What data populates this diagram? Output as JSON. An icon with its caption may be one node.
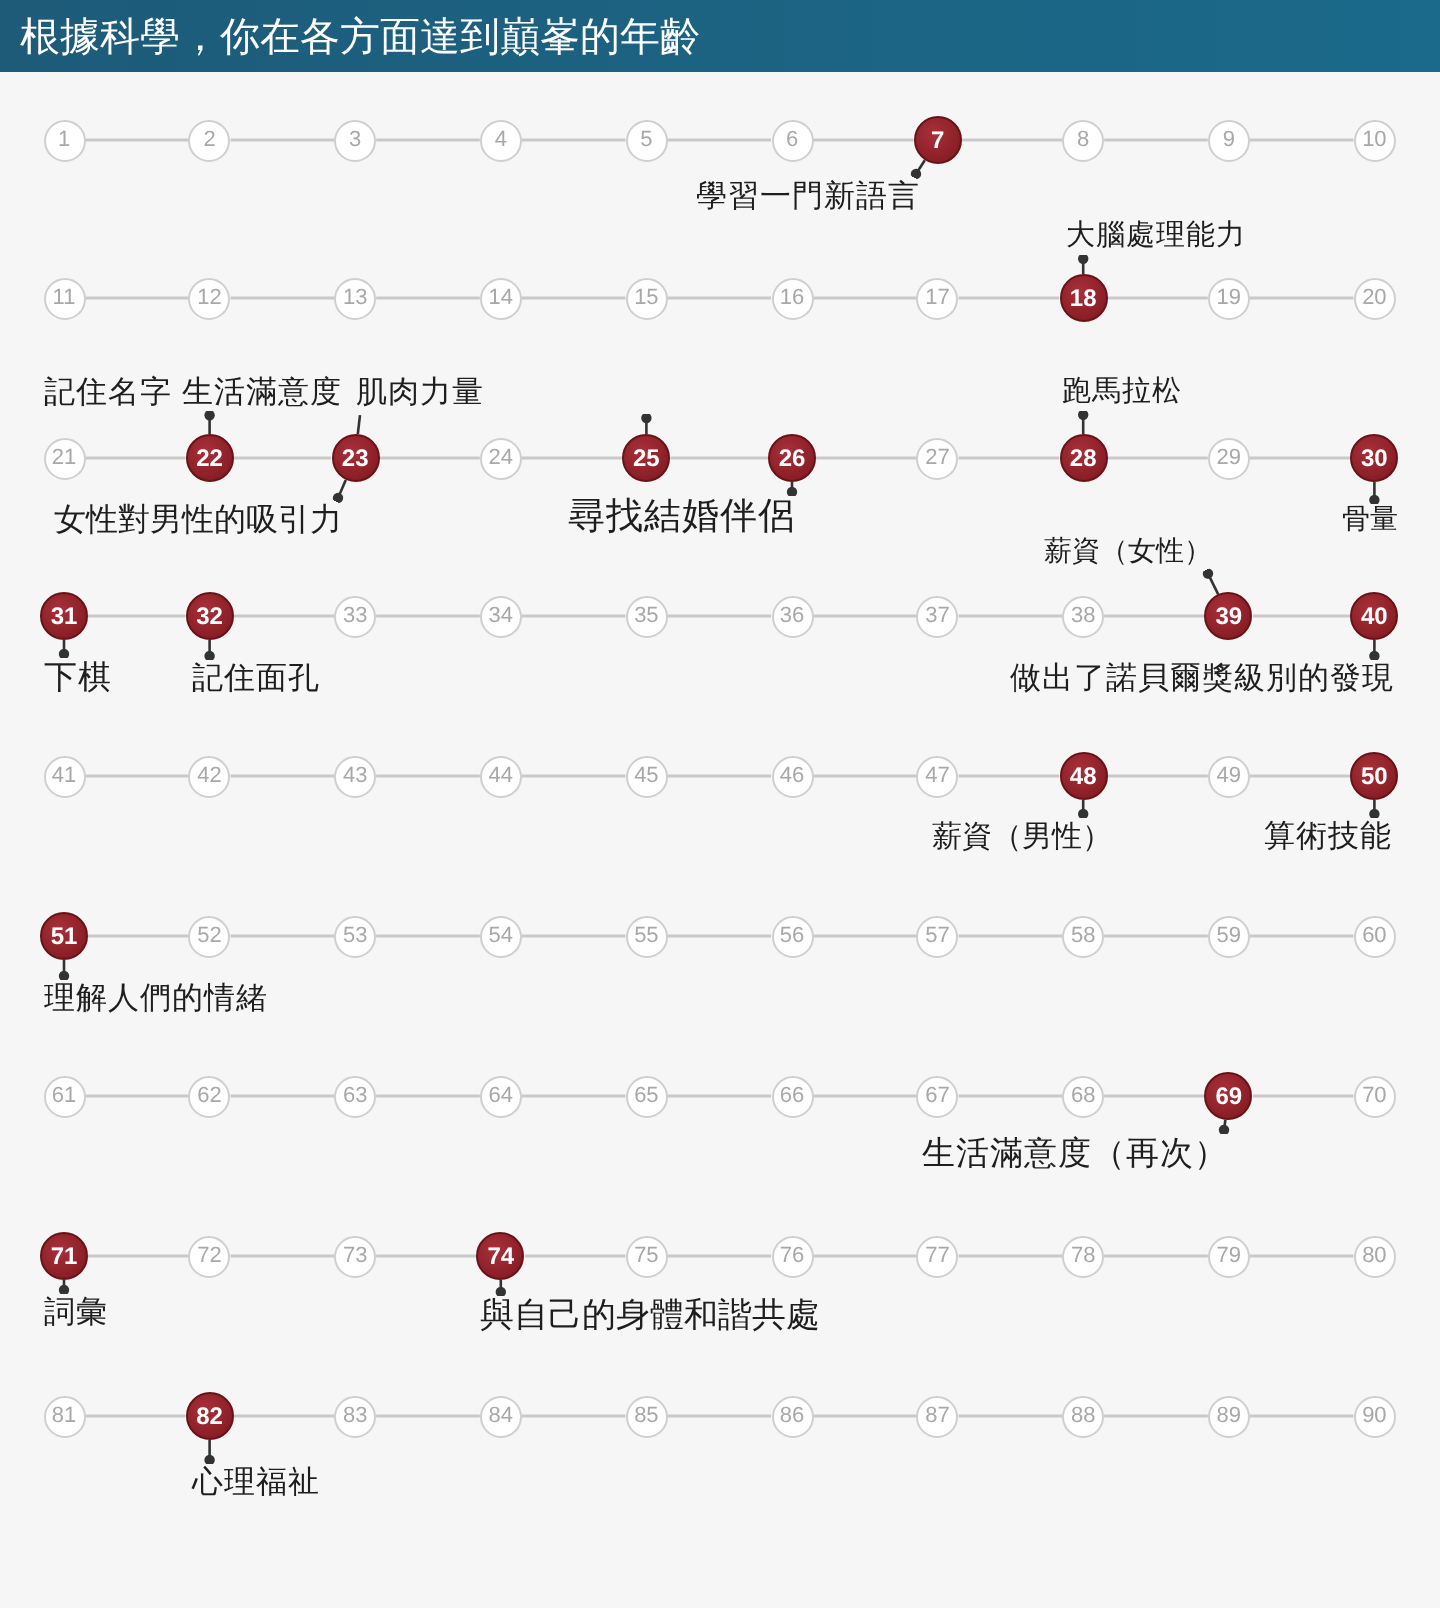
{
  "diagram": {
    "title": "根據科學，你在各方面達到巔峯的年齡",
    "nodes": [
      {
        "text": [
          "1"
        ]
      },
      {
        "text": [
          "2"
        ]
      },
      {
        "text": [
          "3"
        ]
      },
      {
        "text": [
          "4"
        ]
      },
      {
        "text": [
          "5"
        ]
      },
      {
        "text": [
          "6"
        ]
      },
      {
        "text": [
          "7"
        ]
      },
      {
        "text": [
          "8"
        ]
      },
      {
        "text": [
          "9"
        ]
      },
      {
        "text": [
          "10"
        ]
      },
      {
        "text": [
          "學習一門新語言"
        ]
      },
      {
        "text": [
          "大腦處理能力"
        ]
      },
      {
        "text": [
          "11"
        ]
      },
      {
        "text": [
          "12"
        ]
      },
      {
        "text": [
          "13"
        ]
      },
      {
        "text": [
          "14"
        ]
      },
      {
        "text": [
          "15"
        ]
      },
      {
        "text": [
          "16"
        ]
      },
      {
        "text": [
          "17"
        ]
      },
      {
        "text": [
          "18"
        ]
      },
      {
        "text": [
          "19"
        ]
      },
      {
        "text": [
          "20"
        ]
      },
      {
        "text": [
          "生活滿意度"
        ]
      },
      {
        "text": [
          "肌肉力量"
        ]
      },
      {
        "text": [
          "跑馬拉松"
        ]
      },
      {
        "text": [
          "21"
        ]
      },
      {
        "text": [
          "22"
        ]
      },
      {
        "text": [
          "23"
        ]
      },
      {
        "text": [
          "24"
        ]
      },
      {
        "text": [
          "25"
        ]
      },
      {
        "text": [
          "26"
        ]
      },
      {
        "text": [
          "27"
        ]
      },
      {
        "text": [
          "28"
        ]
      },
      {
        "text": [
          "29"
        ]
      },
      {
        "text": [
          "30"
        ]
      },
      {
        "text": [
          "女性對男性的吸引力"
        ]
      },
      {
        "text": [
          "尋找結婚伴侶"
        ]
      },
      {
        "text": [
          "骨量"
        ]
      },
      {
        "text": [
          "薪資（女性）"
        ]
      },
      {
        "text": [
          "31"
        ]
      },
      {
        "text": [
          "32"
        ]
      },
      {
        "text": [
          "33"
        ]
      },
      {
        "text": [
          "34"
        ]
      },
      {
        "text": [
          "35"
        ]
      },
      {
        "text": [
          "36"
        ]
      },
      {
        "text": [
          "37"
        ]
      },
      {
        "text": [
          "38"
        ]
      },
      {
        "text": [
          "39"
        ]
      },
      {
        "text": [
          "40"
        ]
      },
      {
        "text": [
          "下棋"
        ]
      },
      {
        "text": [
          "記住面孔"
        ]
      },
      {
        "text": [
          "做出了諾貝爾獎級別的發現"
        ]
      },
      {
        "text": [
          "41"
        ]
      },
      {
        "text": [
          "42"
        ]
      },
      {
        "text": [
          "43"
        ]
      },
      {
        "text": [
          "44"
        ]
      },
      {
        "text": [
          "45"
        ]
      },
      {
        "text": [
          "46"
        ]
      },
      {
        "text": [
          "47"
        ]
      },
      {
        "text": [
          "48"
        ]
      },
      {
        "text": [
          "49"
        ]
      },
      {
        "text": [
          "50"
        ]
      },
      {
        "text": [
          "薪資（男性）"
        ]
      },
      {
        "text": [
          "算術技能"
        ]
      },
      {
        "text": [
          "51"
        ]
      },
      {
        "text": [
          "52"
        ]
      },
      {
        "text": [
          "53"
        ]
      },
      {
        "text": [
          "54"
        ]
      },
      {
        "text": [
          "55"
        ]
      },
      {
        "text": [
          "56"
        ]
      },
      {
        "text": [
          "57"
        ]
      },
      {
        "text": [
          "58"
        ]
      },
      {
        "text": [
          "59"
        ]
      },
      {
        "text": [
          "60"
        ]
      },
      {
        "text": [
          "理解人們的情緒"
        ]
      },
      {
        "text": [
          "61"
        ]
      },
      {
        "text": [
          "62"
        ]
      },
      {
        "text": [
          "63"
        ]
      },
      {
        "text": [
          "64"
        ]
      },
      {
        "text": [
          "65"
        ]
      },
      {
        "text": [
          "66"
        ]
      },
      {
        "text": [
          "67"
        ]
      },
      {
        "text": [
          "68"
        ]
      },
      {
        "text": [
          "69"
        ]
      },
      {
        "text": [
          "70"
        ]
      },
      {
        "text": [
          "生活滿意度（再次）"
        ]
      },
      {
        "text": [
          "71"
        ]
      },
      {
        "text": [
          "72"
        ]
      },
      {
        "text": [
          "73"
        ]
      },
      {
        "text": [
          "74"
        ]
      },
      {
        "text": [
          "75"
        ]
      },
      {
        "text": [
          "76"
        ]
      },
      {
        "text": [
          "77"
        ]
      },
      {
        "text": [
          "78"
        ]
      },
      {
        "text": [
          "79"
        ]
      },
      {
        "text": [
          "80"
        ]
      },
      {
        "text": [
          "詞彙"
        ]
      },
      {
        "text": [
          "與自己的身體和諧共處"
        ]
      },
      {
        "text": [
          "81"
        ]
      },
      {
        "text": [
          "82"
        ]
      },
      {
        "text": [
          "83"
        ]
      },
      {
        "text": [
          "84"
        ]
      },
      {
        "text": [
          "85"
        ]
      },
      {
        "text": [
          "86"
        ]
      },
      {
        "text": [
          "87"
        ]
      },
      {
        "text": [
          "88"
        ]
      },
      {
        "text": [
          "89"
        ]
      },
      {
        "text": [
          "90"
        ]
      },
      {
        "text": [
          "心理福祉"
        ]
      }
    ],
    "edges": [
      {
        "from": 0,
        "to": 1,
        "arrow": "none"
      },
      {
        "from": 1,
        "to": 2,
        "arrow": "none"
      },
      {
        "from": 2,
        "to": 3,
        "arrow": "none"
      },
      {
        "from": 3,
        "to": 4,
        "arrow": "none"
      },
      {
        "from": 4,
        "to": 5,
        "arrow": "none"
      },
      {
        "from": 5,
        "to": 6,
        "arrow": "none"
      },
      {
        "from": 6,
        "to": 7,
        "arrow": "none"
      },
      {
        "from": 7,
        "to": 8,
        "arrow": "none"
      },
      {
        "from": 8,
        "to": 9,
        "arrow": "none"
      },
      {
        "from": 12,
        "to": 13,
        "arrow": "none"
      },
      {
        "from": 13,
        "to": 14,
        "arrow": "none"
      },
      {
        "from": 14,
        "to": 15,
        "arrow": "none"
      },
      {
        "from": 15,
        "to": 16,
        "arrow": "none"
      },
      {
        "from": 16,
        "to": 17,
        "arrow": "none"
      },
      {
        "from": 17,
        "to": 18,
        "arrow": "none"
      },
      {
        "from": 18,
        "to": 19,
        "arrow": "none"
      },
      {
        "from": 19,
        "to": 20,
        "arrow": "none"
      },
      {
        "from": 20,
        "to": 21,
        "arrow": "none"
      },
      {
        "from": 25,
        "to": 26,
        "arrow": "none"
      },
      {
        "from": 26,
        "to": 27,
        "arrow": "none"
      },
      {
        "from": 27,
        "to": 28,
        "arrow": "none"
      },
      {
        "from": 28,
        "to": 29,
        "arrow": "none"
      },
      {
        "from": 29,
        "to": 30,
        "arrow": "none"
      },
      {
        "from": 30,
        "to": 31,
        "arrow": "none"
      },
      {
        "from": 31,
        "to": 32,
        "arrow": "none"
      },
      {
        "from": 32,
        "to": 33,
        "arrow": "none"
      },
      {
        "from": 33,
        "to": 34,
        "arrow": "none"
      },
      {
        "from": 39,
        "to": 40,
        "arrow": "none"
      },
      {
        "from": 40,
        "to": 41,
        "arrow": "none"
      },
      {
        "from": 41,
        "to": 42,
        "arrow": "none"
      },
      {
        "from": 42,
        "to": 43,
        "arrow": "none"
      },
      {
        "from": 43,
        "to": 44,
        "arrow": "none"
      },
      {
        "from": 44,
        "to": 45,
        "arrow": "none"
      },
      {
        "from": 45,
        "to": 46,
        "arrow": "none"
      },
      {
        "from": 46,
        "to": 47,
        "arrow": "none"
      },
      {
        "from": 47,
        "to": 48,
        "arrow": "none"
      },
      {
        "from": 52,
        "to": 53,
        "arrow": "none"
      },
      {
        "from": 53,
        "to": 54,
        "arrow": "none"
      },
      {
        "from": 54,
        "to": 55,
        "arrow": "none"
      },
      {
        "from": 55,
        "to": 56,
        "arrow": "none"
      },
      {
        "from": 56,
        "to": 57,
        "arrow": "none"
      },
      {
        "from": 57,
        "to": 58,
        "arrow": "none"
      },
      {
        "from": 58,
        "to": 59,
        "arrow": "none"
      },
      {
        "from": 59,
        "to": 60,
        "arrow": "none"
      },
      {
        "from": 60,
        "to": 61,
        "arrow": "none"
      },
      {
        "from": 64,
        "to": 65,
        "arrow": "none"
      },
      {
        "from": 65,
        "to": 66,
        "arrow": "none"
      },
      {
        "from": 66,
        "to": 67,
        "arrow": "none"
      },
      {
        "from": 67,
        "to": 68,
        "arrow": "none"
      },
      {
        "from": 68,
        "to": 69,
        "arrow": "none"
      },
      {
        "from": 69,
        "to": 70,
        "arrow": "none"
      },
      {
        "from": 70,
        "to": 71,
        "arrow": "none"
      },
      {
        "from": 71,
        "to": 72,
        "arrow": "none"
      },
      {
        "from": 72,
        "to": 73,
        "arrow": "none"
      },
      {
        "from": 75,
        "to": 76,
        "arrow": "none"
      },
      {
        "from": 76,
        "to": 77,
        "arrow": "none"
      },
      {
        "from": 77,
        "to": 78,
        "arrow": "none"
      },
      {
        "from": 78,
        "to": 79,
        "arrow": "none"
      },
      {
        "from": 79,
        "to": 80,
        "arrow": "none"
      },
      {
        "from": 80,
        "to": 81,
        "arrow": "none"
      },
      {
        "from": 81,
        "to": 82,
        "arrow": "none"
      },
      {
        "from": 82,
        "to": 83,
        "arrow": "none"
      },
      {
        "from": 83,
        "to": 84,
        "arrow": "none"
      },
      {
        "from": 86,
        "to": 87,
        "arrow": "none"
      },
      {
        "from": 87,
        "to": 88,
        "arrow": "none"
      },
      {
        "from": 88,
        "to": 89,
        "arrow": "none"
      },
      {
        "from": 89,
        "to": 90,
        "arrow": "none"
      },
      {
        "from": 90,
        "to": 91,
        "arrow": "none"
      },
      {
        "from": 91,
        "to": 92,
        "arrow": "none"
      },
      {
        "from": 92,
        "to": 93,
        "arrow": "none"
      },
      {
        "from": 93,
        "to": 94,
        "arrow": "none"
      },
      {
        "from": 94,
        "to": 95,
        "arrow": "none"
      },
      {
        "from": 98,
        "to": 99,
        "arrow": "none"
      },
      {
        "from": 99,
        "to": 100,
        "arrow": "none"
      },
      {
        "from": 100,
        "to": 101,
        "arrow": "none"
      },
      {
        "from": 101,
        "to": 102,
        "arrow": "none"
      },
      {
        "from": 102,
        "to": 103,
        "arrow": "none"
      },
      {
        "from": 103,
        "to": 104,
        "arrow": "none"
      },
      {
        "from": 104,
        "to": 105,
        "arrow": "none"
      },
      {
        "from": 105,
        "to": 106,
        "arrow": "none"
      },
      {
        "from": 106,
        "to": 107,
        "arrow": "none"
      },
      {
        "from": 10,
        "to": 6,
        "arrow": "other",
        "color": "#333333"
      },
      {
        "from": 11,
        "to": 19,
        "arrow": "other",
        "color": "#333333"
      },
      {
        "from": 22,
        "to": 26,
        "arrow": "other",
        "color": "#333333"
      },
      {
        "from": 23,
        "to": 27,
        "arrow": "none",
        "color": "#333333"
      },
      {
        "from": null,
        "to": 29,
        "arrow": "other",
        "color": "#333333"
      },
      {
        "from": 24,
        "to": 32,
        "arrow": "other",
        "color": "#333333"
      },
      {
        "from": 35,
        "to": 27,
        "arrow": "other",
        "color": "#333333"
      },
      {
        "from": 36,
        "to": 30,
        "arrow": "other",
        "color": "#333333"
      },
      {
        "from": 37,
        "to": 34,
        "arrow": "other",
        "color": "#333333"
      },
      {
        "from": 38,
        "to": 47,
        "arrow": "other",
        "color": "#333333"
      },
      {
        "from": 49,
        "to": 39,
        "arrow": "other",
        "color": "#333333"
      },
      {
        "from": 50,
        "to": 40,
        "arrow": "other",
        "color": "#333333"
      },
      {
        "from": 51,
        "to": 48,
        "arrow": "other",
        "color": "#333333"
      },
      {
        "from": 62,
        "to": 59,
        "arrow": "other",
        "color": "#333333"
      },
      {
        "from": 63,
        "to": 61,
        "arrow": "other",
        "color": "#333333"
      },
      {
        "from": 74,
        "to": 64,
        "arrow": "other",
        "color": "#333333"
      },
      {
        "from": 85,
        "to": 83,
        "arrow": "other",
        "color": "#333333"
      },
      {
        "from": 96,
        "to": 86,
        "arrow": "other",
        "color": "#333333"
      },
      {
        "from": 97,
        "to": 89,
        "arrow": "other",
        "color": "#333333"
      },
      {
        "from": 108,
        "to": 99,
        "arrow": "other",
        "color": "#333333"
      }
    ],
    "labels": [
      "記住名字"
    ]
  }
}
